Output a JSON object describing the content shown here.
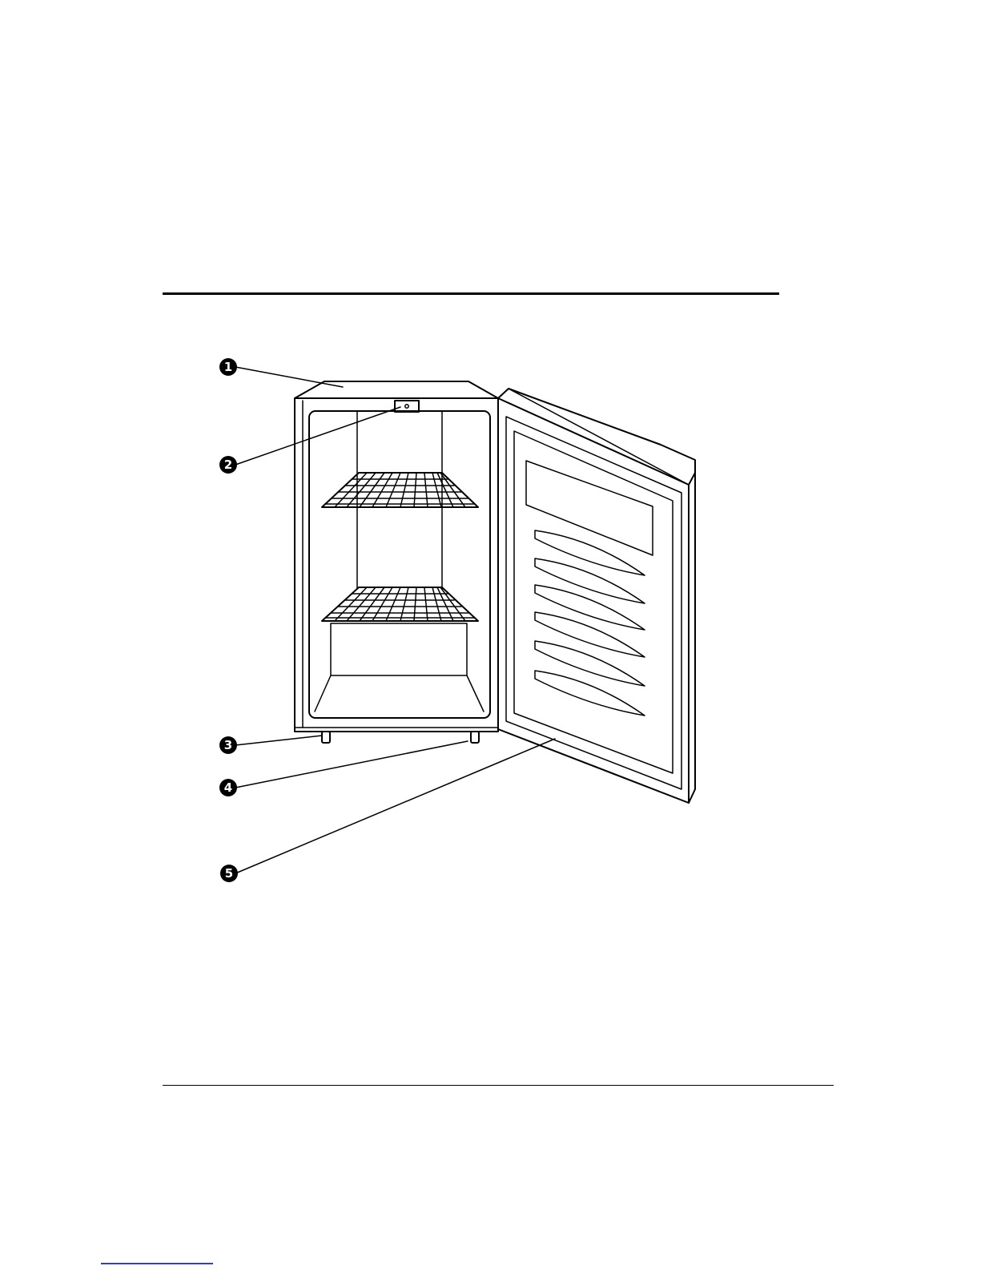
{
  "figure": {
    "callouts": [
      {
        "number": "1",
        "target": "cabinet-top"
      },
      {
        "number": "2",
        "target": "interior-light"
      },
      {
        "number": "3",
        "target": "rear-foot"
      },
      {
        "number": "4",
        "target": "front-foot"
      },
      {
        "number": "5",
        "target": "door"
      }
    ]
  },
  "colors": {
    "line": "#000000",
    "background": "#ffffff",
    "footer_link": "#2b3fd6"
  }
}
